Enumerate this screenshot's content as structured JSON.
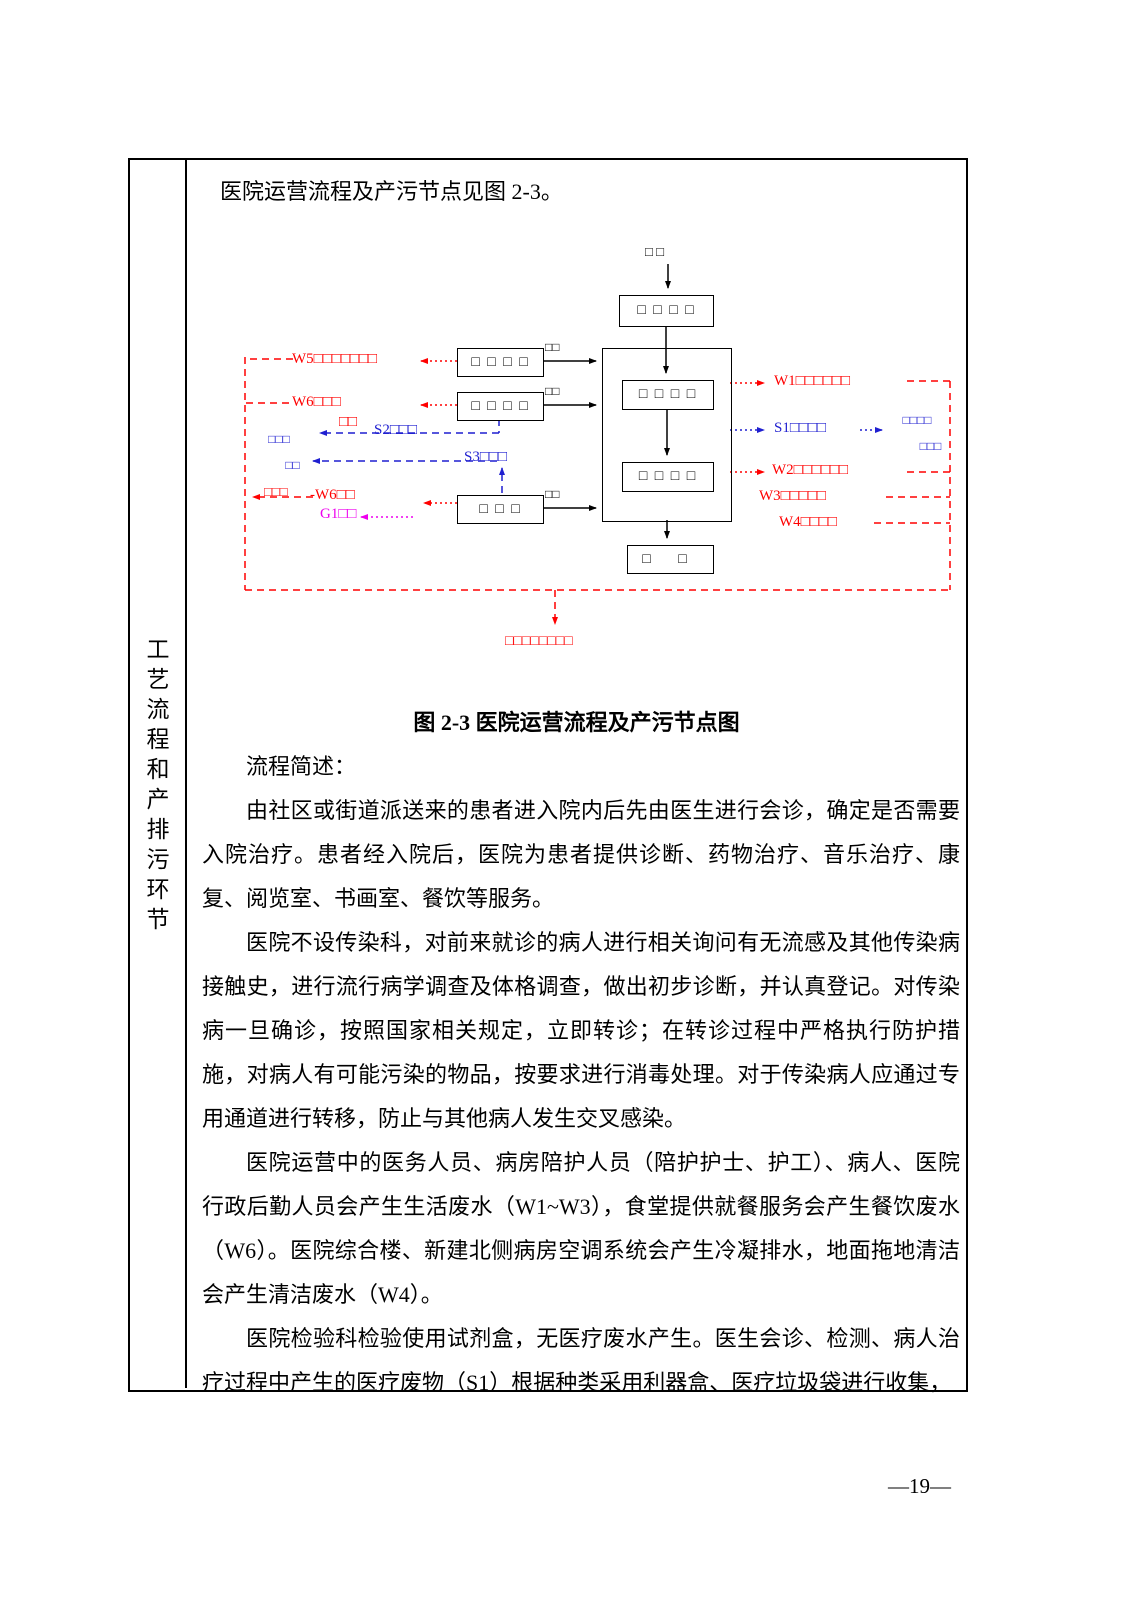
{
  "document": {
    "intro": "医院运营流程及产污节点见图 2-3。",
    "sidebar_label": "工艺流程和产排污环节",
    "page_number": "—19—"
  },
  "figure": {
    "caption": "图 2-3 医院运营流程及产污节点图",
    "colors": {
      "flow_red": "#ff0000",
      "flow_blue": "#1f1fd0",
      "flow_magenta": "#ee00ee",
      "flow_black": "#000000"
    },
    "nodes": {
      "source": "□ □",
      "admission": "□ □ □ □",
      "treatment_top": "□ □ □ □",
      "treatment_bottom": "□ □ □ □",
      "discharge": "□ □",
      "canteen": "□ □ □ □",
      "canteen_tag": "□□",
      "ward": "□ □ □ □",
      "ward_tag": "□□",
      "lab": "□ □ □",
      "lab_tag": "□□"
    },
    "labels": {
      "w5": "W5□□□□□□□",
      "w6": "W6□□□",
      "w6_sub": "□□",
      "s2": "S2□□□",
      "s3": "S3□□□",
      "left_sink_line1": "□□□",
      "left_sink_line2": "□□",
      "w6_lab": "-W6□□",
      "g1": "G1□□",
      "left_out": "□□□",
      "w1": "W1□□□□□□",
      "s1": "S1□□□□",
      "right_sink_line1": "□□□□",
      "right_sink_line2": "□□□",
      "w2": "W2□□□□□□",
      "w3": "W3□□□□□",
      "w4": "W4□□□□",
      "bottom_sink": "□□□□□□□□"
    }
  },
  "body": {
    "section_title": "流程简述：",
    "paragraphs": [
      "由社区或街道派送来的患者进入院内后先由医生进行会诊，确定是否需要入院治疗。患者经入院后，医院为患者提供诊断、药物治疗、音乐治疗、康复、阅览室、书画室、餐饮等服务。",
      "医院不设传染科，对前来就诊的病人进行相关询问有无流感及其他传染病接触史，进行流行病学调查及体格调查，做出初步诊断，并认真登记。对传染病一旦确诊，按照国家相关规定，立即转诊；在转诊过程中严格执行防护措施，对病人有可能污染的物品，按要求进行消毒处理。对于传染病人应通过专用通道进行转移，防止与其他病人发生交叉感染。",
      "医院运营中的医务人员、病房陪护人员（陪护护士、护工）、病人、医院行政后勤人员会产生生活废水（W1~W3），食堂提供就餐服务会产生餐饮废水（W6）。医院综合楼、新建北侧病房空调系统会产生冷凝排水，地面拖地清洁会产生清洁废水（W4）。",
      "医院检验科检验使用试剂盒，无医疗废水产生。医生会诊、检测、病人治疗过程中产生的医疗废物（S1）根据种类采用利器盒、医疗垃圾袋进行收集，"
    ]
  }
}
